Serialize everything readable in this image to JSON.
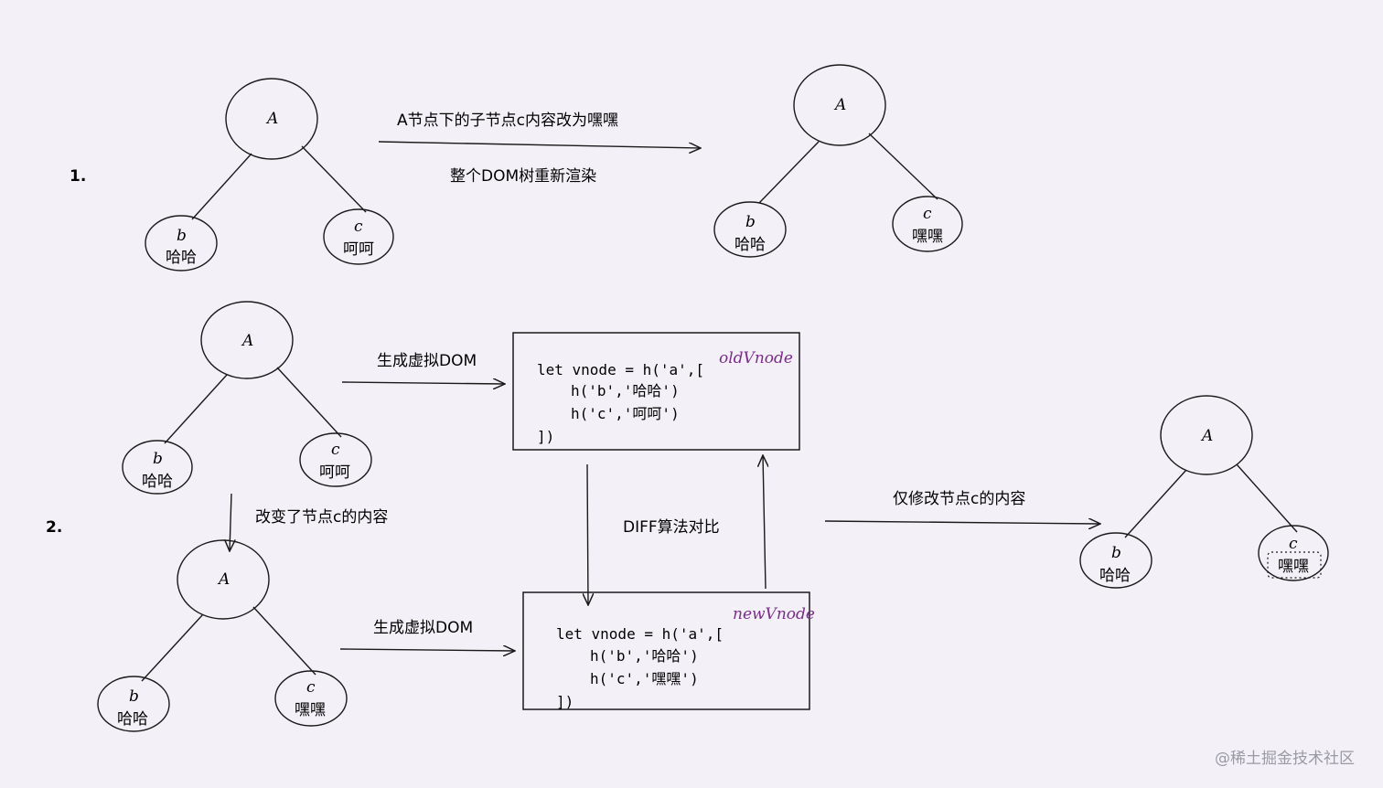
{
  "steps": {
    "one": "1.",
    "two": "2."
  },
  "tree1_before": {
    "root": "A",
    "left_letter": "b",
    "left_text": "哈哈",
    "right_letter": "c",
    "right_text": "呵呵"
  },
  "tree1_after": {
    "root": "A",
    "left_letter": "b",
    "left_text": "哈哈",
    "right_letter": "c",
    "right_text": "嘿嘿"
  },
  "arrow1": {
    "top_label": "A节点下的子节点c内容改为嘿嘿",
    "bottom_label": "整个DOM树重新渲染"
  },
  "tree2_old": {
    "root": "A",
    "left_letter": "b",
    "left_text": "哈哈",
    "right_letter": "c",
    "right_text": "呵呵"
  },
  "tree2_new": {
    "root": "A",
    "left_letter": "b",
    "left_text": "哈哈",
    "right_letter": "c",
    "right_text": "嘿嘿"
  },
  "tree2_result": {
    "root": "A",
    "left_letter": "b",
    "left_text": "哈哈",
    "right_letter": "c",
    "right_text": "嘿嘿"
  },
  "labels": {
    "gen_vdom_top": "生成虚拟DOM",
    "gen_vdom_bottom": "生成虚拟DOM",
    "changed_c": "改变了节点c的内容",
    "diff": "DIFF算法对比",
    "only_modify": "仅修改节点c的内容"
  },
  "old_vnode": {
    "tag": "oldVnode",
    "lines": [
      "let vnode = h('a',[",
      "h('b','哈哈')",
      "h('c','呵呵')",
      "])"
    ]
  },
  "new_vnode": {
    "tag": "newVnode",
    "lines": [
      "let vnode = h('a',[",
      "h('b','哈哈')",
      "h('c','嘿嘿')",
      "])"
    ]
  },
  "watermark": "@稀土掘金技术社区",
  "colors": {
    "background": "#f3f0f8",
    "stroke": "#1a1a1a",
    "tag": "#7b2d8e"
  }
}
